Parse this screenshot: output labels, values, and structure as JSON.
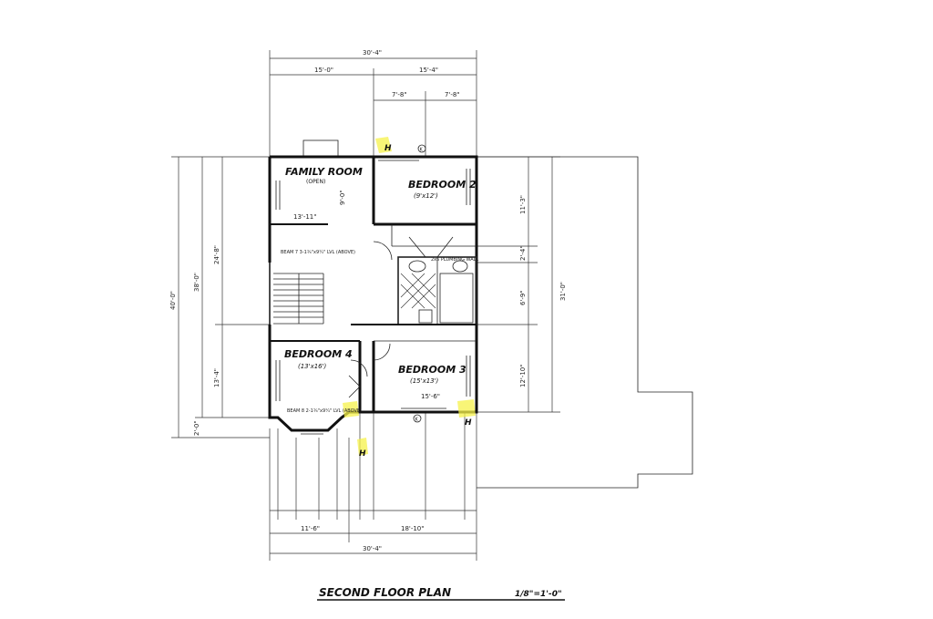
{
  "overall_dims": {
    "top_total": "30'-4\"",
    "top_left": "15'-0\"",
    "top_right": "15'-4\"",
    "top_sub_left": "7'-8\"",
    "top_sub_right": "7'-8\"",
    "bottom_total": "30'-4\"",
    "bottom_left": "11'-6\"",
    "bottom_right": "18'-10\"",
    "left_total": "40'-0\"",
    "left_mid": "38'-0\"",
    "left_inner": "24'-8\"",
    "left_lower": "13'-4\"",
    "left_bottom": "2'-0\"",
    "right_total": "31'-0\"",
    "right_upper": "11'-3\"",
    "right_mid": "2'-4\"",
    "right_mid2": "6'-9\"",
    "right_lower": "12'-10\""
  },
  "rooms": {
    "family_room": {
      "name": "FAMILY ROOM",
      "note": "(OPEN)",
      "dim_w": "13'-11\"",
      "dim_h": "9'-0\""
    },
    "bedroom2": {
      "name": "BEDROOM 2",
      "size": "(9'x12')"
    },
    "bedroom3": {
      "name": "BEDROOM 3",
      "size": "(15'x13')"
    },
    "bedroom4": {
      "name": "BEDROOM 4",
      "size": "(13'x16')"
    }
  },
  "notes": {
    "beam_upper": "BEAM 7 3-1¾\"x9¼\" LVL (ABOVE)",
    "beam_lower": "BEAM 8 2-1¾\"x9¼\" LVL (ABOVE)",
    "plumbing_wall": "2x6 PLUMBING WALL",
    "bedroom3_dim": "15'-6\""
  },
  "markers": {
    "h_top": "H",
    "k_top": "K",
    "h_bottom": "H",
    "k_bottom": "K",
    "h_lower": "H"
  },
  "title": "SECOND FLOOR PLAN",
  "scale": "1/8\"=1'-0\""
}
